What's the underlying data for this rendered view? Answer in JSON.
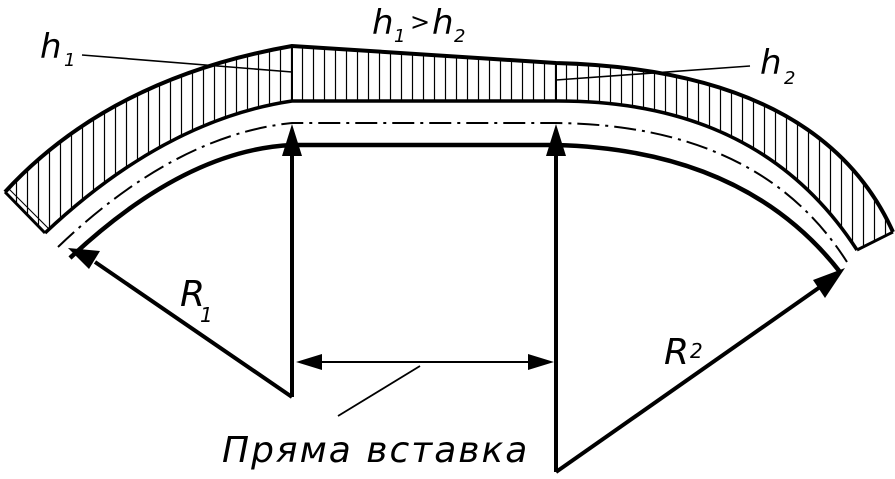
{
  "labels": {
    "h1": "h",
    "h1_sub": "1",
    "h2": "h",
    "h2_sub": "2",
    "relation_h": "h",
    "relation_sub1": "1",
    "relation_gt": ">",
    "relation_h2": "h",
    "relation_sub2": "2",
    "r1": "R",
    "r1_sub": "1",
    "r2": "R",
    "r2_sub": "2",
    "straight_insert": "Пряма вставка"
  },
  "colors": {
    "ink": "#000000",
    "background": "#ffffff"
  }
}
